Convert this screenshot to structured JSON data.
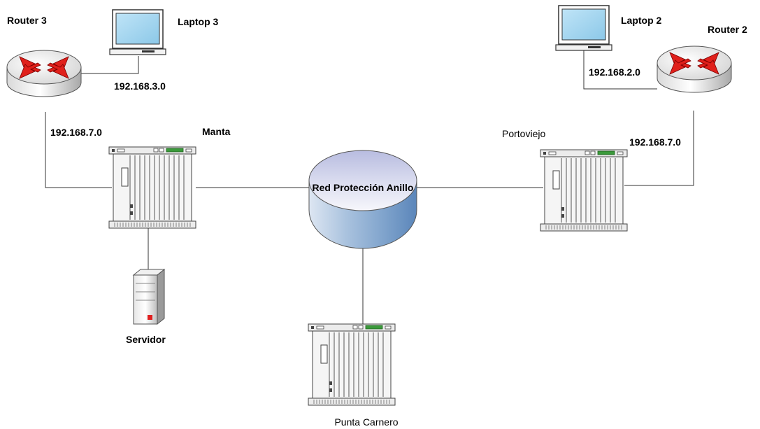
{
  "labels": {
    "router3": "Router 3",
    "laptop3": "Laptop 3",
    "laptop2": "Laptop 2",
    "router2": "Router 2",
    "net_192_168_3_0": "192.168.3.0",
    "net_192_168_2_0": "192.168.2.0",
    "net_left_192_168_7_0": "192.168.7.0",
    "net_right_192_168_7_0": "192.168.7.0",
    "manta": "Manta",
    "portoviejo": "Portoviejo",
    "ring": "Red Protección Anillo",
    "servidor": "Servidor",
    "punta_carnero": "Punta Carnero"
  }
}
